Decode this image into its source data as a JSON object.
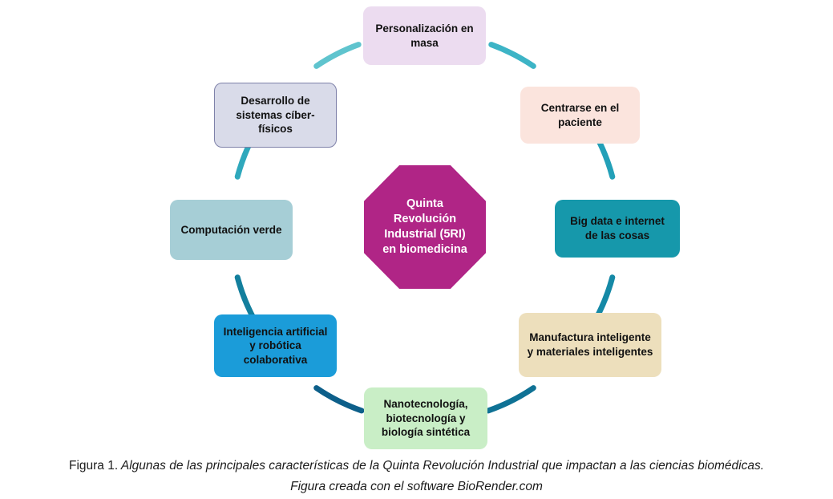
{
  "center": {
    "label": "Quinta Revolución Industrial (5RI) en biomedicina",
    "color": "#b02586"
  },
  "nodes": {
    "personalizacion_en_masa": {
      "label": "Personalización en masa",
      "color": "#ecdcf0"
    },
    "centrarse_en_el_paciente": {
      "label": "Centrarse en el paciente",
      "color": "#fbe4dd"
    },
    "big_data_internet_cosas": {
      "label": "Big data e internet de las cosas",
      "color": "#1698ab"
    },
    "manufactura_inteligente": {
      "label": "Manufactura inteligente y materiales inteligentes",
      "color": "#eddfbc"
    },
    "nanotecnologia": {
      "label": "Nanotecnología, biotecnología y biología sintética",
      "color": "#c9eec6"
    },
    "inteligencia_artificial": {
      "label": "Inteligencia artificial y robótica colaborativa",
      "color": "#1b9cd9"
    },
    "computacion_verde": {
      "label": "Computación verde",
      "color": "#a6ced6"
    },
    "desarrollo_ciberfisicos": {
      "label": "Desarrollo de sistemas cíber-físicos",
      "color": "#d9dbe9"
    }
  },
  "arcs": {
    "topleft_to_top": "#5fc4ce",
    "top_to_topright": "#3db4c6",
    "topright_to_right": "#23a0b8",
    "right_to_bottomright": "#1589a6",
    "bottomright_to_bottom": "#0f7295",
    "bottom_to_bottomleft": "#0d5f8a",
    "bottomleft_to_left": "#137f9d",
    "left_to_topleft": "#2fa8bc"
  },
  "caption": {
    "figure_label": "Figura 1.",
    "text": " Algunas de las principales características de la Quinta Revolución Industrial que impactan a las ciencias biomédicas.",
    "credit": "Figura creada con el software BioRender.com"
  }
}
